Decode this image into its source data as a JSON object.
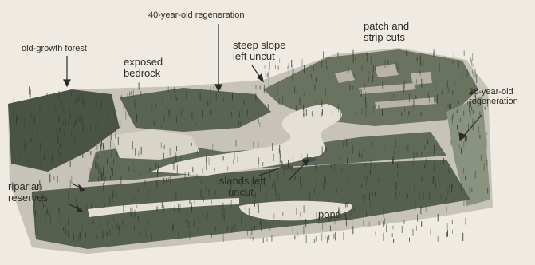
{
  "labels": {
    "old_growth": "old-growth forest",
    "regen40": "40-year-old regeneration",
    "exposed_bedrock": [
      "exposed",
      "bedrock"
    ],
    "steep_slope": [
      "steep slope",
      "left uncut"
    ],
    "patch_strip": [
      "patch and",
      "strip cuts"
    ],
    "regen20": [
      "20-year-old",
      "regeneration"
    ],
    "riparian": [
      "riparian",
      "reserves"
    ],
    "islands": [
      "islands left",
      "uncut"
    ],
    "pond": "pond"
  },
  "colors": {
    "background": "#efeae2",
    "forest_dark": "#3f4a3c",
    "forest_mid": "#6f7a68",
    "clearing": "#d9d4c8",
    "water": "#e4e0d7",
    "text": "#2b2b2b"
  }
}
